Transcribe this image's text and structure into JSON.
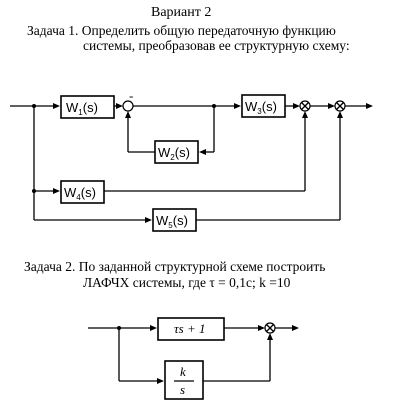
{
  "variant": "Вариант 2",
  "task1": {
    "line1": "Задача 1. Определить общую  передаточную  функцию",
    "line2": "системы, преобразовав ее структурную схему:"
  },
  "blocks1": [
    {
      "name": "W",
      "sub": "1",
      "tail": "(s)"
    },
    {
      "name": "W",
      "sub": "2",
      "tail": "(s)"
    },
    {
      "name": "W",
      "sub": "3",
      "tail": "(s)"
    },
    {
      "name": "W",
      "sub": "4",
      "tail": "(s)"
    },
    {
      "name": "W",
      "sub": "5",
      "tail": "(s)"
    }
  ],
  "sum1_sign": "-",
  "task2": {
    "line1": "Задача 2. По заданной структурной схеме построить",
    "line2": "ЛАФЧХ системы, где    τ = 0,1с; k =10"
  },
  "block_tau": "τs + 1",
  "block_k_num": "k",
  "block_k_den": "s"
}
